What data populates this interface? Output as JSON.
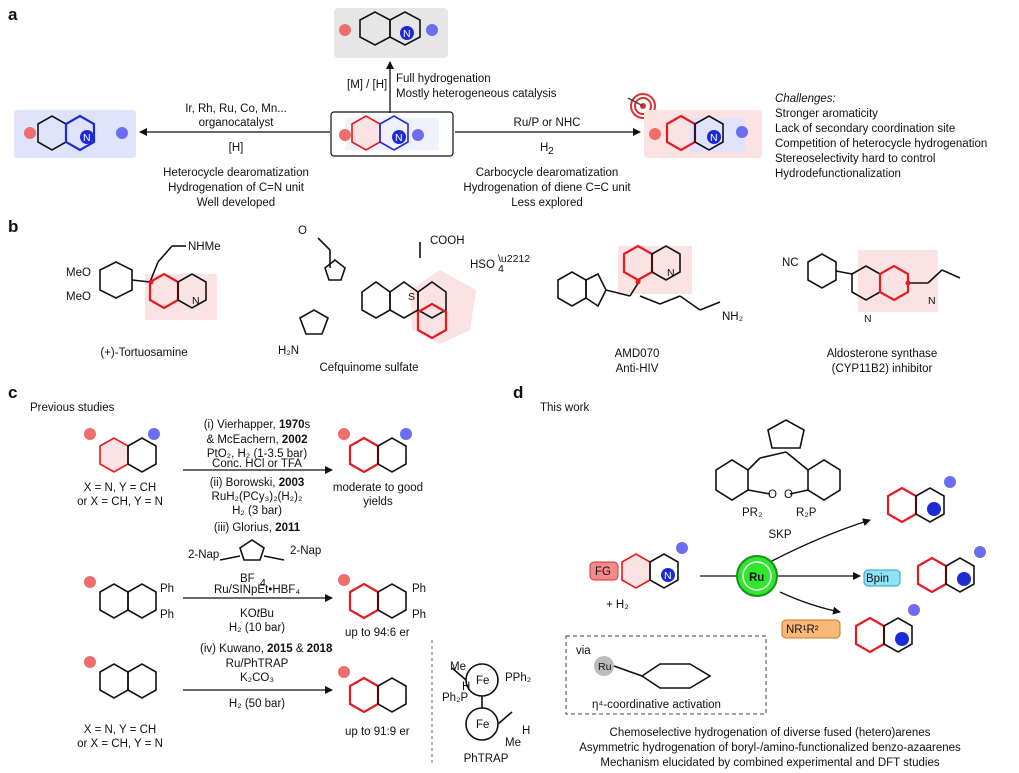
{
  "panels": {
    "a": "a",
    "b": "b",
    "c": "c",
    "d": "d"
  },
  "panel_a": {
    "top_condition": "[M] / [H]",
    "top_desc": [
      "Full hydrogenation",
      "Mostly heterogeneous catalysis"
    ],
    "left_conditions": [
      "Ir, Rh, Ru, Co, Mn...",
      "organocatalyst"
    ],
    "left_reagent": "[H]",
    "left_desc": [
      "Heterocycle dearomatization",
      "Hydrogenation of  C=N  unit",
      "Well developed"
    ],
    "right_conditions": "Ru/P or NHC",
    "right_reagent": "H",
    "right_desc": [
      "Carbocycle dearomatization",
      "Hydrogenation of diene C=C unit",
      "Less explored"
    ],
    "challenges_title": "Challenges:",
    "challenges": [
      "Stronger aromaticity",
      "Lack of secondary coordination site",
      "Competition of heterocycle hydrogenation",
      "Stereoselectivity hard to control",
      "Hydrodefunctionalization"
    ]
  },
  "panel_b": {
    "molecules": [
      "(+)-Tortuosamine",
      "Cefquinome sulfate",
      "AMD070",
      "Anti-HIV",
      "Aldosterone synthase",
      "(CYP11B2) inhibitor"
    ],
    "labels": {
      "nhme": "NHMe",
      "meo1": "MeO",
      "meo2": "MeO",
      "cooh": "COOH",
      "hso4": "HSO",
      "nh2": "H₂N",
      "nh2b": "NH₂",
      "nc": "NC",
      "n": "N",
      "s": "S",
      "o": "O",
      "h": "H",
      "hn": "N",
      "nh": "H"
    }
  },
  "panel_c": {
    "subtitle": "Previous studies",
    "cond1": [
      "(i) Vierhapper, ",
      "1970",
      "s",
      "& McEachern, ",
      "2002",
      "PtO₂, H₂ (1-3.5 bar)",
      "Conc. HCl or TFA",
      "(ii) Borowski, ",
      "2003",
      "RuH₂(PCy₃)₂(H₂)₂",
      "H₂ (3 bar)"
    ],
    "xy1": [
      "X = N, Y = CH",
      "or X = CH, Y = N"
    ],
    "product1": [
      "moderate to good",
      "yields"
    ],
    "cond2_title": [
      "(iii) Glorius, ",
      "2011"
    ],
    "nap": [
      "2-Nap",
      "2-Nap"
    ],
    "bf4": "BF",
    "cond2": [
      "Ru/SINpEt•HBF₄",
      "KO",
      "t",
      "Bu",
      "H₂ (10 bar)"
    ],
    "ph": [
      "Ph",
      "Ph",
      "Ph",
      "Ph"
    ],
    "er2": "up to 94:6 er",
    "cond3_title": [
      "(iv) Kuwano, ",
      "2015",
      " & ",
      "2018"
    ],
    "cond3": [
      "Ru/PhTRAP",
      "K₂CO₃",
      "H₂ (50 bar)"
    ],
    "xy3": [
      "X = N, Y = CH",
      "or X = CH, Y = N"
    ],
    "er3": "up to 91:9 er",
    "phtrap": {
      "name": "PhTRAP",
      "pph2": "PPh₂",
      "ph2p": "Ph₂P",
      "me1": "Me",
      "me2": "Me",
      "h1": "H",
      "h2": "H",
      "fe1": "Fe",
      "fe2": "Fe"
    }
  },
  "panel_d": {
    "subtitle": "This work",
    "skp": "SKP",
    "pr2": [
      "PR₂",
      "R₂P"
    ],
    "fg": "FG",
    "h2": "+ H₂",
    "ru": "Ru",
    "bpin": "Bpin",
    "nr": "NR¹R²",
    "via": "via",
    "activation": "η⁴-coordinative activation",
    "summary": [
      "Chemoselective hydrogenation of diverse fused (hetero)arenes",
      "Asymmetric hydrogenation of boryl-/amino-functionalized benzo-azaarenes",
      "Mechanism elucidated by combined experimental and DFT studies"
    ]
  },
  "colors": {
    "red": "#e8191f",
    "blue": "#1d2bd6",
    "pink_dot": "#f06d6d",
    "blue_dot": "#6b6ef0",
    "green": "#2ee82e",
    "pink_bg": "#fbe3e3",
    "blue_bg": "#dfe3fb",
    "grey_bg": "#e6e6e6"
  }
}
